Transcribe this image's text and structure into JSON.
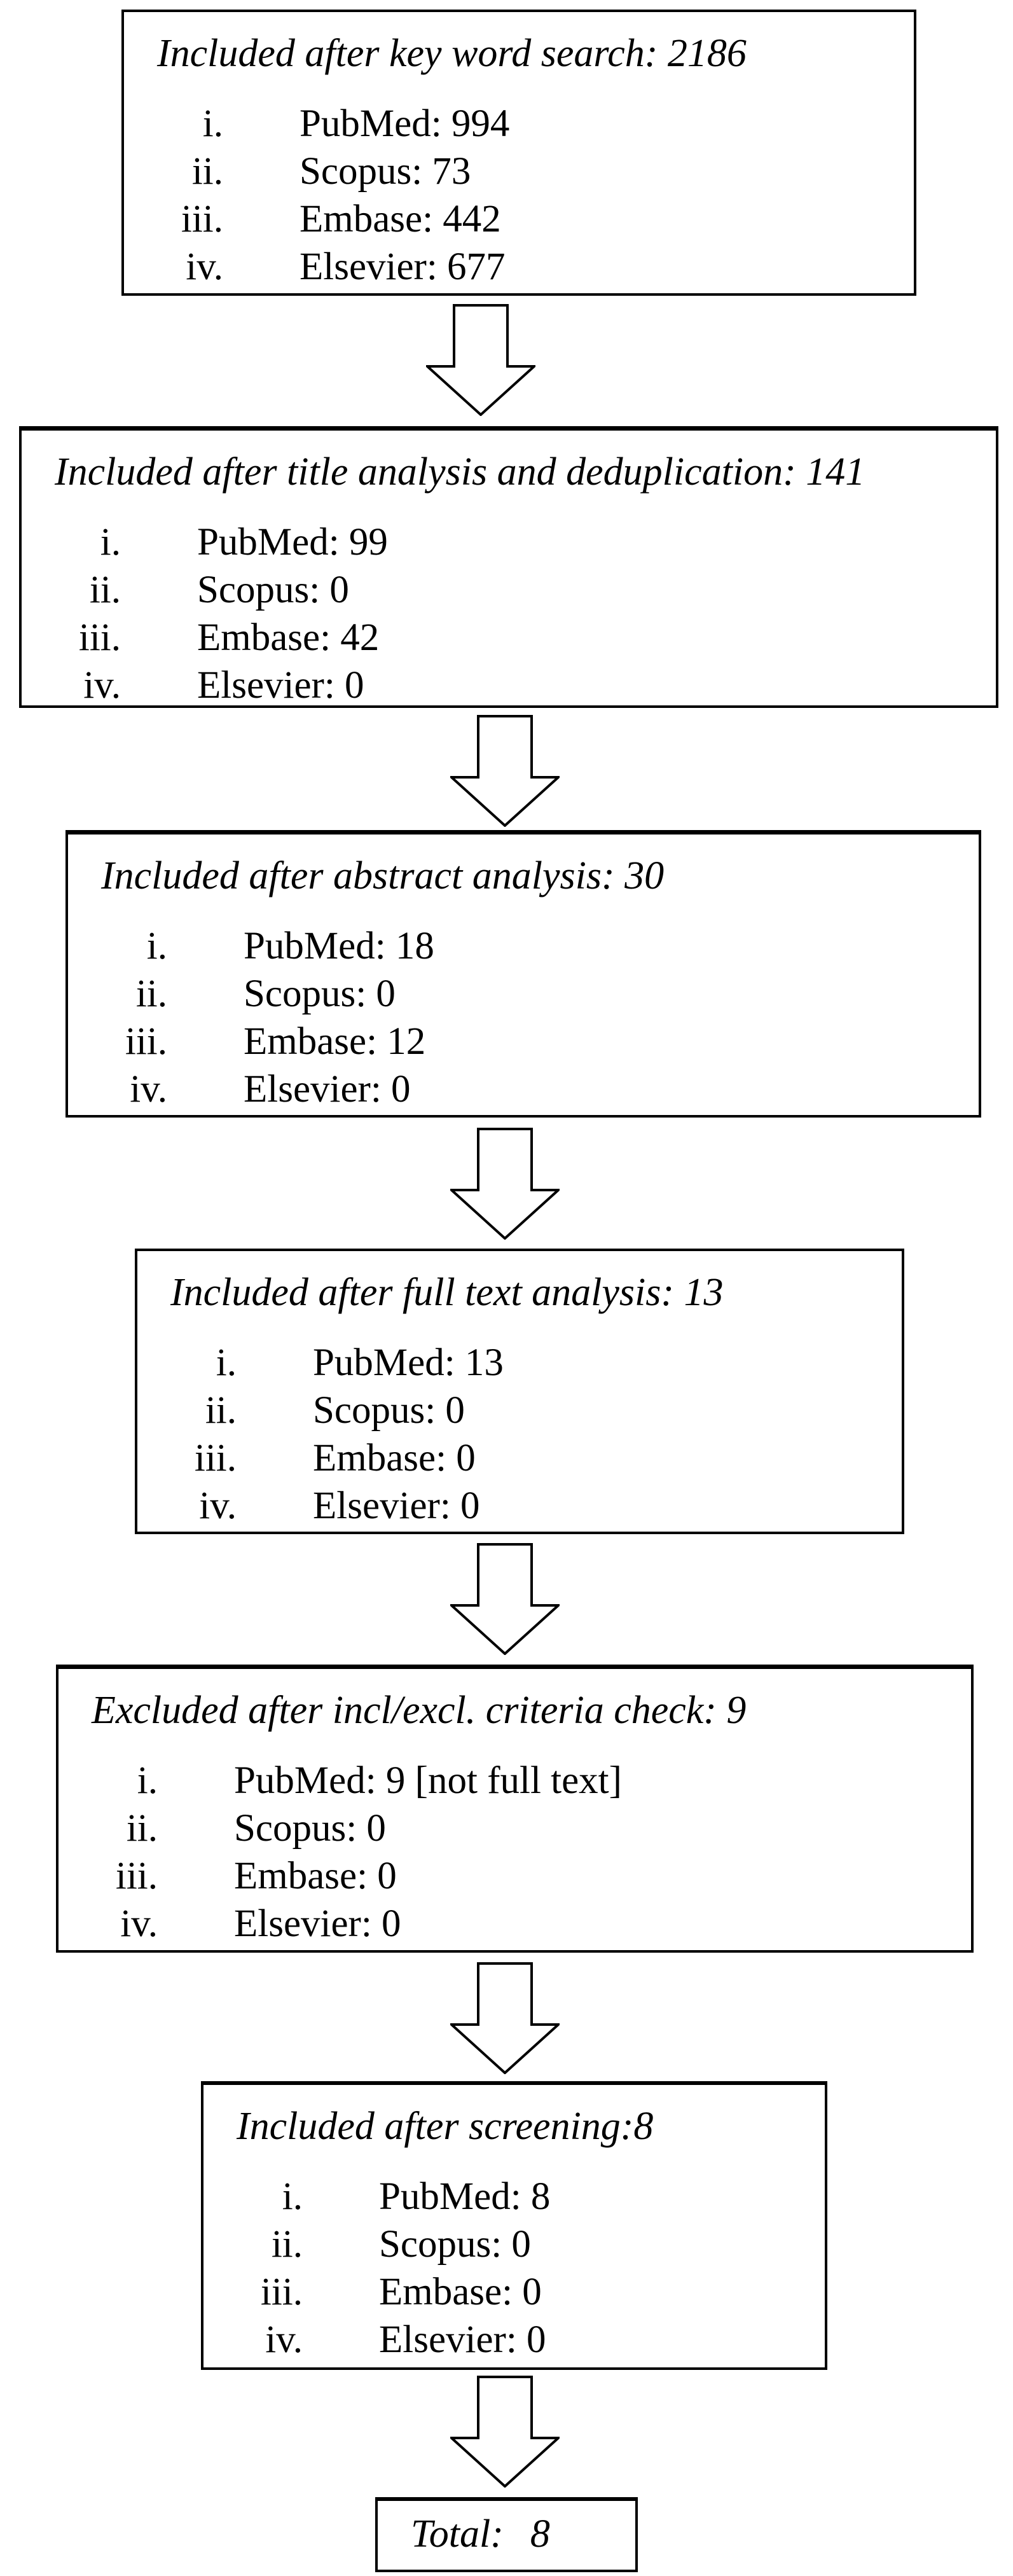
{
  "figure": {
    "boxes": [
      {
        "title": "Included after key word search: 2186",
        "items": [
          {
            "marker": "i.",
            "label": "PubMed: 994"
          },
          {
            "marker": "ii.",
            "label": "Scopus: 73"
          },
          {
            "marker": "iii.",
            "label": "Embase: 442"
          },
          {
            "marker": "iv.",
            "label": "Elsevier: 677"
          }
        ]
      },
      {
        "title": "Included after title analysis and deduplication: 141",
        "items": [
          {
            "marker": "i.",
            "label": "PubMed: 99"
          },
          {
            "marker": "ii.",
            "label": "Scopus: 0"
          },
          {
            "marker": "iii.",
            "label": "Embase: 42"
          },
          {
            "marker": "iv.",
            "label": "Elsevier: 0"
          }
        ]
      },
      {
        "title": "Included after abstract analysis: 30",
        "items": [
          {
            "marker": "i.",
            "label": "PubMed: 18"
          },
          {
            "marker": "ii.",
            "label": "Scopus: 0"
          },
          {
            "marker": "iii.",
            "label": "Embase: 12"
          },
          {
            "marker": "iv.",
            "label": "Elsevier: 0"
          }
        ]
      },
      {
        "title": "Included after full text analysis: 13",
        "items": [
          {
            "marker": "i.",
            "label": "PubMed: 13"
          },
          {
            "marker": "ii.",
            "label": "Scopus: 0"
          },
          {
            "marker": "iii.",
            "label": "Embase: 0"
          },
          {
            "marker": "iv.",
            "label": "Elsevier: 0"
          }
        ]
      },
      {
        "title": "Excluded after incl/excl. criteria check: 9",
        "items": [
          {
            "marker": "i.",
            "label": "PubMed: 9 [not full text]"
          },
          {
            "marker": "ii.",
            "label": "Scopus: 0"
          },
          {
            "marker": "iii.",
            "label": "Embase: 0"
          },
          {
            "marker": "iv.",
            "label": "Elsevier: 0"
          }
        ]
      },
      {
        "title": "Included after screening:8",
        "items": [
          {
            "marker": "i.",
            "label": "PubMed: 8"
          },
          {
            "marker": "ii.",
            "label": "Scopus: 0"
          },
          {
            "marker": "iii.",
            "label": "Embase: 0"
          },
          {
            "marker": "iv.",
            "label": "Elsevier: 0"
          }
        ]
      },
      {
        "title": "Total:",
        "value": "8"
      }
    ],
    "colors": {
      "line": "#000000",
      "background": "#ffffff"
    }
  }
}
